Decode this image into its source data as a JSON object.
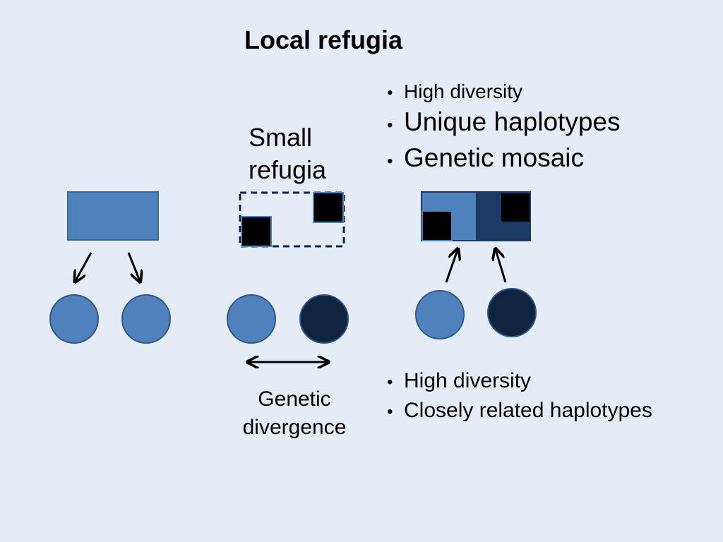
{
  "title": "Local refugia",
  "small_refugia_label": "Small refugia",
  "top_bullets": [
    "High diversity",
    "Unique haplotypes",
    "Genetic mosaic"
  ],
  "bottom_bullets": [
    "High diversity",
    "Closely related haplotypes"
  ],
  "divergence_label": "Genetic divergence",
  "colors": {
    "background": "#e6ecf6",
    "light_blue": "#4f81bd",
    "dark_blue": "#1c3a66",
    "navy": "#10243f",
    "black": "#000000"
  }
}
